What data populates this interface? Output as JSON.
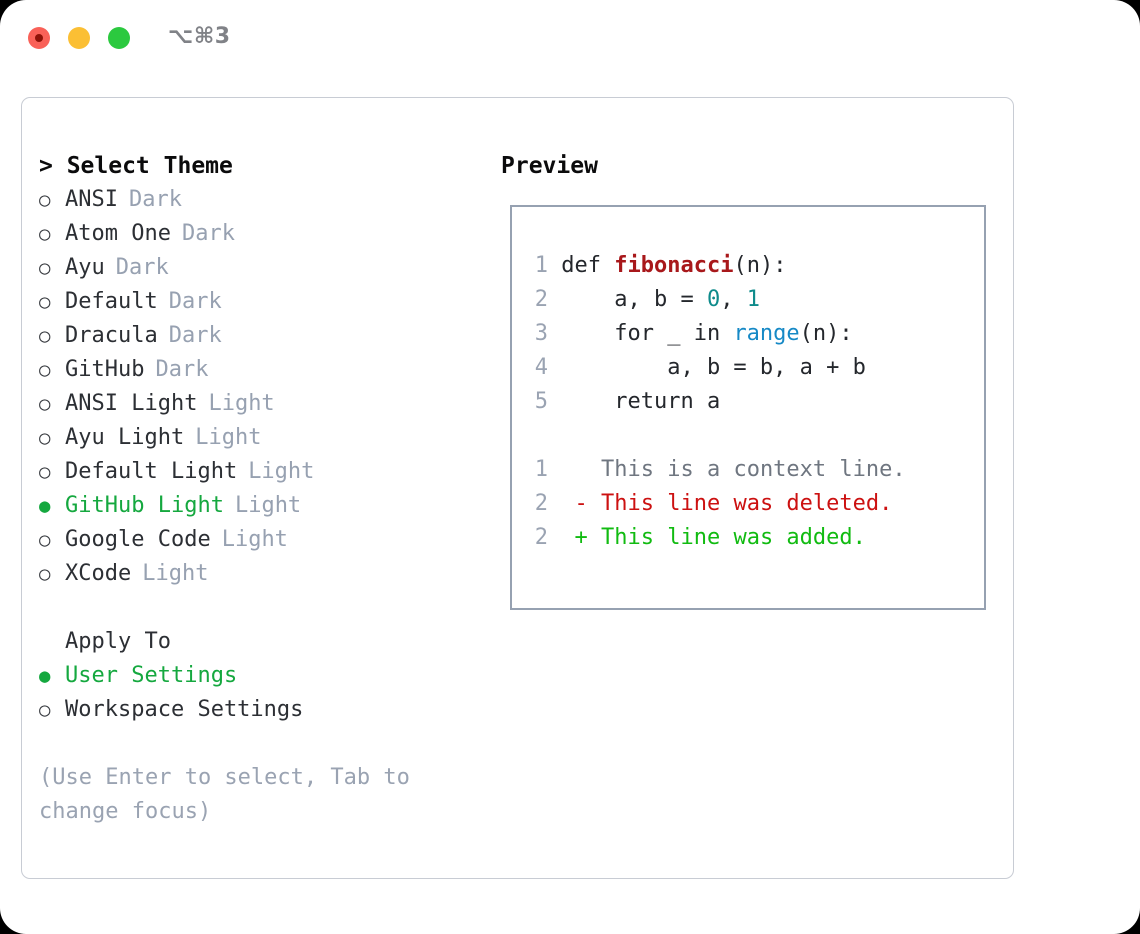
{
  "window": {
    "shortcut_label": "⌥⌘3",
    "traffic_lights": [
      "close",
      "minimize",
      "maximize"
    ]
  },
  "theme_panel": {
    "heading": "> Select Theme",
    "options": [
      {
        "bullet": "○",
        "label": "ANSI",
        "badge": "Dark",
        "selected": false
      },
      {
        "bullet": "○",
        "label": "Atom One",
        "badge": "Dark",
        "selected": false
      },
      {
        "bullet": "○",
        "label": "Ayu",
        "badge": "Dark",
        "selected": false
      },
      {
        "bullet": "○",
        "label": "Default",
        "badge": "Dark",
        "selected": false
      },
      {
        "bullet": "○",
        "label": "Dracula",
        "badge": "Dark",
        "selected": false
      },
      {
        "bullet": "○",
        "label": "GitHub",
        "badge": "Dark",
        "selected": false
      },
      {
        "bullet": "○",
        "label": "ANSI Light",
        "badge": "Light",
        "selected": false
      },
      {
        "bullet": "○",
        "label": "Ayu Light",
        "badge": "Light",
        "selected": false
      },
      {
        "bullet": "○",
        "label": "Default Light",
        "badge": "Light",
        "selected": false
      },
      {
        "bullet": "●",
        "label": "GitHub Light",
        "badge": "Light",
        "selected": true
      },
      {
        "bullet": "○",
        "label": "Google Code",
        "badge": "Light",
        "selected": false
      },
      {
        "bullet": "○",
        "label": "XCode",
        "badge": "Light",
        "selected": false
      }
    ]
  },
  "apply_to": {
    "heading": "Apply To",
    "options": [
      {
        "bullet": "●",
        "label": "User Settings",
        "selected": true
      },
      {
        "bullet": "○",
        "label": "Workspace Settings",
        "selected": false
      }
    ]
  },
  "hint": "(Use Enter to select, Tab to change focus)",
  "preview": {
    "heading": "Preview",
    "code_lines": [
      {
        "num": "1",
        "segments": [
          {
            "text": "def ",
            "style": "code-text"
          },
          {
            "text": "fibonacci",
            "style": "tok-fn"
          },
          {
            "text": "(n):",
            "style": "code-text"
          }
        ]
      },
      {
        "num": "2",
        "segments": [
          {
            "text": "    a, b = ",
            "style": "code-text"
          },
          {
            "text": "0",
            "style": "tok-num"
          },
          {
            "text": ", ",
            "style": "code-text"
          },
          {
            "text": "1",
            "style": "tok-num"
          }
        ]
      },
      {
        "num": "3",
        "segments": [
          {
            "text": "    for _ in ",
            "style": "code-text"
          },
          {
            "text": "range",
            "style": "tok-call"
          },
          {
            "text": "(n):",
            "style": "code-text"
          }
        ]
      },
      {
        "num": "4",
        "segments": [
          {
            "text": "        a, b = b, a + b",
            "style": "code-text"
          }
        ]
      },
      {
        "num": "5",
        "segments": [
          {
            "text": "    return a",
            "style": "code-text"
          }
        ]
      }
    ],
    "diff_lines": [
      {
        "num": "1",
        "marker": "  ",
        "text": "This is a context line.",
        "style": "diff-ctx"
      },
      {
        "num": "2",
        "marker": "- ",
        "text": "This line was deleted.",
        "style": "diff-del"
      },
      {
        "num": "2",
        "marker": "+ ",
        "text": "This line was added.",
        "style": "diff-add"
      }
    ]
  },
  "colors": {
    "accent_green": "#15a83f",
    "muted_badge": "#97a1b1",
    "hint_text": "#9aa3b2",
    "keyword": "#24272c",
    "function_name": "#a8181b",
    "number": "#0e8b8b",
    "builtin_call": "#1689c6",
    "diff_deleted": "#cc1111",
    "diff_added": "#11bb11",
    "diff_context": "#6f7680",
    "preview_border": "#96a1b1",
    "card_border": "#c8ccd4"
  }
}
